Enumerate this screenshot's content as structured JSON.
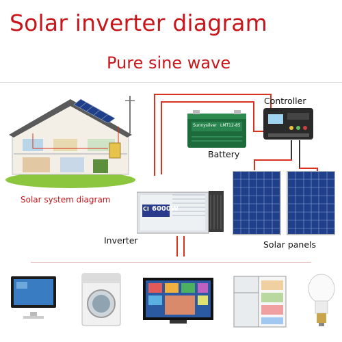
{
  "title": "Solar inverter diagram",
  "subtitle": "Pure sine wave",
  "labels": {
    "system": "Solar system diagram",
    "battery": "Battery",
    "controller": "Controller",
    "inverter": "Inverter",
    "panels": "Solar panels"
  },
  "battery_brand": "Sunnysilver",
  "battery_model": "LMT12-85",
  "inverter_power": "6000W",
  "inverter_brand": "CI",
  "colors": {
    "title": "#c8171b",
    "wire_red": "#d9321f",
    "wire_dark": "#333333",
    "battery_green": "#1d6b3a",
    "panel_blue": "#1f3f8a",
    "house_roof": "#5a5a5a"
  },
  "appliances": [
    "computer-monitor",
    "washing-machine",
    "television",
    "refrigerator",
    "light-bulb"
  ]
}
